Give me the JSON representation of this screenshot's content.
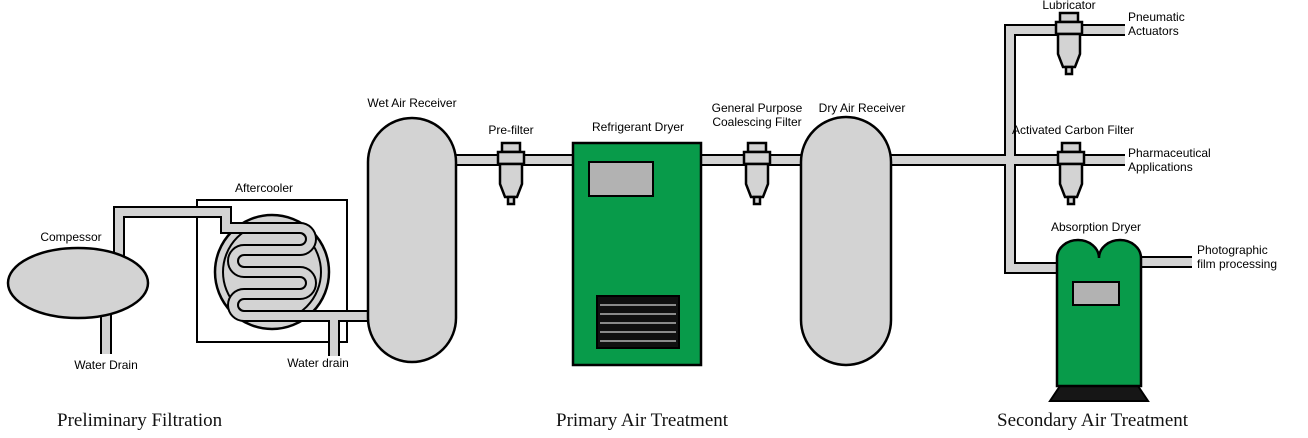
{
  "colors": {
    "gray": "#d3d3d3",
    "green": "#089b4a",
    "display": "#b2b2b2"
  },
  "equipment": {
    "compressor": "Compessor",
    "compressor_drain": "Water Drain",
    "aftercooler": "Aftercooler",
    "aftercooler_drain": "Water drain",
    "wet_receiver": "Wet Air Receiver",
    "pre_filter": "Pre-filter",
    "refrigerant_dryer": "Refrigerant Dryer",
    "coalescing_filter": [
      "General Purpose",
      "Coalescing Filter"
    ],
    "dry_receiver": "Dry Air Receiver",
    "lubricator": "Lubricator",
    "carbon_filter": "Activated Carbon Filter",
    "absorption_dryer": "Absorption Dryer"
  },
  "outputs": {
    "pneumatic": [
      "Pneumatic",
      "Actuators"
    ],
    "pharmaceutical": [
      "Pharmaceutical",
      "Applications"
    ],
    "photographic": [
      "Photographic",
      "film processing"
    ]
  },
  "stages": {
    "preliminary": {
      "title": "Preliminary Filtration"
    },
    "primary": {
      "title": "Primary Air Treatment"
    },
    "secondary": {
      "title": "Secondary Air Treatment"
    }
  }
}
